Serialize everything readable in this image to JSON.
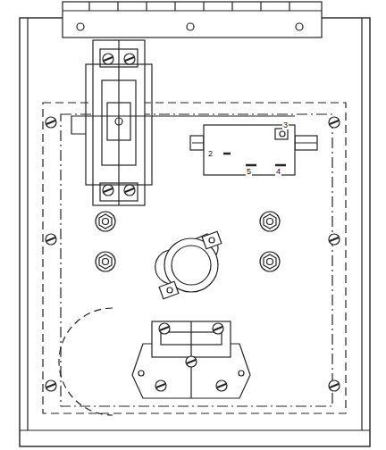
{
  "diagram": {
    "labels": [
      "3",
      "2",
      "5",
      "4"
    ]
  }
}
